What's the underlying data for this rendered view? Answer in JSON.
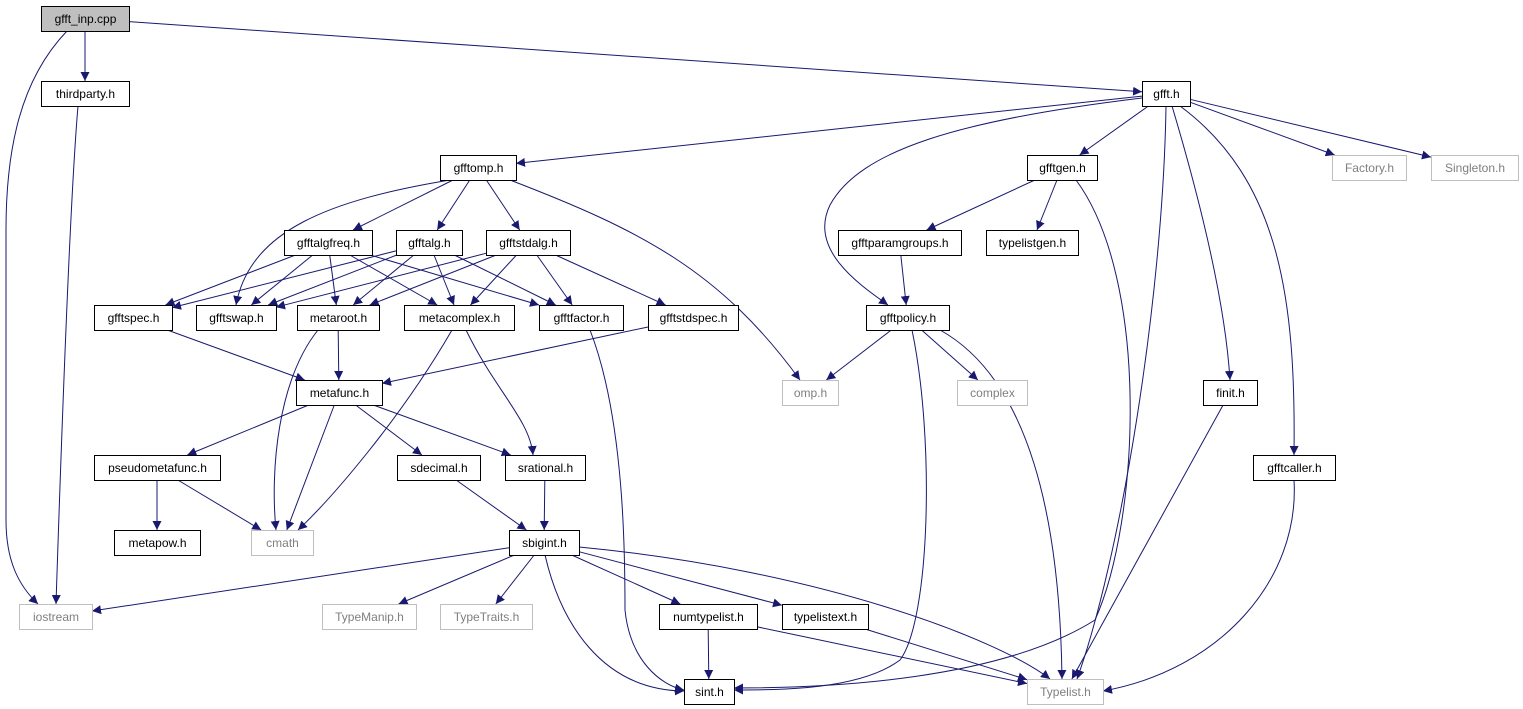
{
  "diagram": {
    "colors": {
      "edge": "#191970",
      "node_border": "#000000",
      "node_fill": "#ffffff",
      "root_fill": "#bfbfbf",
      "external_border": "#bfbfbf",
      "external_text": "#7f7f7f",
      "label": "#000000"
    },
    "nodes": [
      {
        "id": "gfft_inp",
        "label": "gfft_inp.cpp",
        "kind": "root"
      },
      {
        "id": "thirdparty",
        "label": "thirdparty.h",
        "kind": "file"
      },
      {
        "id": "gfft",
        "label": "gfft.h",
        "kind": "file"
      },
      {
        "id": "gfftomp",
        "label": "gfftomp.h",
        "kind": "file"
      },
      {
        "id": "gfftgen",
        "label": "gfftgen.h",
        "kind": "file"
      },
      {
        "id": "factory",
        "label": "Factory.h",
        "kind": "external"
      },
      {
        "id": "singleton",
        "label": "Singleton.h",
        "kind": "external"
      },
      {
        "id": "gfftalgfreq",
        "label": "gfftalgfreq.h",
        "kind": "file"
      },
      {
        "id": "gfftalg",
        "label": "gfftalg.h",
        "kind": "file"
      },
      {
        "id": "gfftstdalg",
        "label": "gfftstdalg.h",
        "kind": "file"
      },
      {
        "id": "gfftparamgroups",
        "label": "gfftparamgroups.h",
        "kind": "file"
      },
      {
        "id": "typelistgen",
        "label": "typelistgen.h",
        "kind": "file"
      },
      {
        "id": "gfftspec",
        "label": "gfftspec.h",
        "kind": "file"
      },
      {
        "id": "gfftswap",
        "label": "gfftswap.h",
        "kind": "file"
      },
      {
        "id": "metaroot",
        "label": "metaroot.h",
        "kind": "file"
      },
      {
        "id": "metacomplex",
        "label": "metacomplex.h",
        "kind": "file"
      },
      {
        "id": "gfftfactor",
        "label": "gfftfactor.h",
        "kind": "file"
      },
      {
        "id": "gfftstdspec",
        "label": "gfftstdspec.h",
        "kind": "file"
      },
      {
        "id": "gfftpolicy",
        "label": "gfftpolicy.h",
        "kind": "file"
      },
      {
        "id": "metafunc",
        "label": "metafunc.h",
        "kind": "file"
      },
      {
        "id": "omp",
        "label": "omp.h",
        "kind": "external"
      },
      {
        "id": "complex",
        "label": "complex",
        "kind": "external"
      },
      {
        "id": "finit",
        "label": "finit.h",
        "kind": "file"
      },
      {
        "id": "pseudometafunc",
        "label": "pseudometafunc.h",
        "kind": "file"
      },
      {
        "id": "sdecimal",
        "label": "sdecimal.h",
        "kind": "file"
      },
      {
        "id": "srational",
        "label": "srational.h",
        "kind": "file"
      },
      {
        "id": "gfftcaller",
        "label": "gfftcaller.h",
        "kind": "file"
      },
      {
        "id": "metapow",
        "label": "metapow.h",
        "kind": "file"
      },
      {
        "id": "cmath",
        "label": "cmath",
        "kind": "external"
      },
      {
        "id": "sbigint",
        "label": "sbigint.h",
        "kind": "file"
      },
      {
        "id": "iostream",
        "label": "iostream",
        "kind": "external"
      },
      {
        "id": "typemanip",
        "label": "TypeManip.h",
        "kind": "external"
      },
      {
        "id": "typetraits",
        "label": "TypeTraits.h",
        "kind": "external"
      },
      {
        "id": "numtypelist",
        "label": "numtypelist.h",
        "kind": "file"
      },
      {
        "id": "typelistext",
        "label": "typelistext.h",
        "kind": "file"
      },
      {
        "id": "sint",
        "label": "sint.h",
        "kind": "file"
      },
      {
        "id": "typelist",
        "label": "Typelist.h",
        "kind": "external"
      }
    ],
    "edges": [
      [
        "gfft_inp",
        "thirdparty"
      ],
      [
        "gfft_inp",
        "gfft"
      ],
      [
        "gfft_inp",
        "iostream"
      ],
      [
        "thirdparty",
        "iostream"
      ],
      [
        "gfft",
        "gfftomp"
      ],
      [
        "gfft",
        "gfftgen"
      ],
      [
        "gfft",
        "gfftpolicy"
      ],
      [
        "gfft",
        "factory"
      ],
      [
        "gfft",
        "singleton"
      ],
      [
        "gfft",
        "typelist"
      ],
      [
        "gfft",
        "finit"
      ],
      [
        "gfft",
        "gfftcaller"
      ],
      [
        "gfftomp",
        "gfftalgfreq"
      ],
      [
        "gfftomp",
        "gfftalg"
      ],
      [
        "gfftomp",
        "gfftstdalg"
      ],
      [
        "gfftomp",
        "gfftswap"
      ],
      [
        "gfftomp",
        "omp"
      ],
      [
        "gfftgen",
        "gfftparamgroups"
      ],
      [
        "gfftgen",
        "typelistgen"
      ],
      [
        "gfftgen",
        "sint"
      ],
      [
        "gfftalgfreq",
        "gfftspec"
      ],
      [
        "gfftalgfreq",
        "gfftswap"
      ],
      [
        "gfftalgfreq",
        "metaroot"
      ],
      [
        "gfftalgfreq",
        "metacomplex"
      ],
      [
        "gfftalgfreq",
        "gfftfactor"
      ],
      [
        "gfftalg",
        "gfftspec"
      ],
      [
        "gfftalg",
        "gfftswap"
      ],
      [
        "gfftalg",
        "metaroot"
      ],
      [
        "gfftalg",
        "metacomplex"
      ],
      [
        "gfftalg",
        "gfftfactor"
      ],
      [
        "gfftstdalg",
        "gfftswap"
      ],
      [
        "gfftstdalg",
        "metaroot"
      ],
      [
        "gfftstdalg",
        "metacomplex"
      ],
      [
        "gfftstdalg",
        "gfftfactor"
      ],
      [
        "gfftstdalg",
        "gfftstdspec"
      ],
      [
        "gfftparamgroups",
        "gfftpolicy"
      ],
      [
        "gfftspec",
        "metafunc"
      ],
      [
        "metaroot",
        "metafunc"
      ],
      [
        "metaroot",
        "cmath"
      ],
      [
        "metacomplex",
        "cmath"
      ],
      [
        "metacomplex",
        "srational"
      ],
      [
        "gfftfactor",
        "sint"
      ],
      [
        "gfftstdspec",
        "metafunc"
      ],
      [
        "gfftpolicy",
        "omp"
      ],
      [
        "gfftpolicy",
        "complex"
      ],
      [
        "gfftpolicy",
        "sint"
      ],
      [
        "gfftpolicy",
        "typelist"
      ],
      [
        "metafunc",
        "pseudometafunc"
      ],
      [
        "metafunc",
        "cmath"
      ],
      [
        "metafunc",
        "sdecimal"
      ],
      [
        "metafunc",
        "srational"
      ],
      [
        "pseudometafunc",
        "metapow"
      ],
      [
        "pseudometafunc",
        "cmath"
      ],
      [
        "sdecimal",
        "sbigint"
      ],
      [
        "srational",
        "sbigint"
      ],
      [
        "sbigint",
        "iostream"
      ],
      [
        "sbigint",
        "typemanip"
      ],
      [
        "sbigint",
        "typetraits"
      ],
      [
        "sbigint",
        "numtypelist"
      ],
      [
        "sbigint",
        "typelistext"
      ],
      [
        "sbigint",
        "sint"
      ],
      [
        "sbigint",
        "typelist"
      ],
      [
        "numtypelist",
        "sint"
      ],
      [
        "numtypelist",
        "typelist"
      ],
      [
        "typelistext",
        "typelist"
      ],
      [
        "finit",
        "typelist"
      ],
      [
        "gfftcaller",
        "typelist"
      ]
    ]
  }
}
